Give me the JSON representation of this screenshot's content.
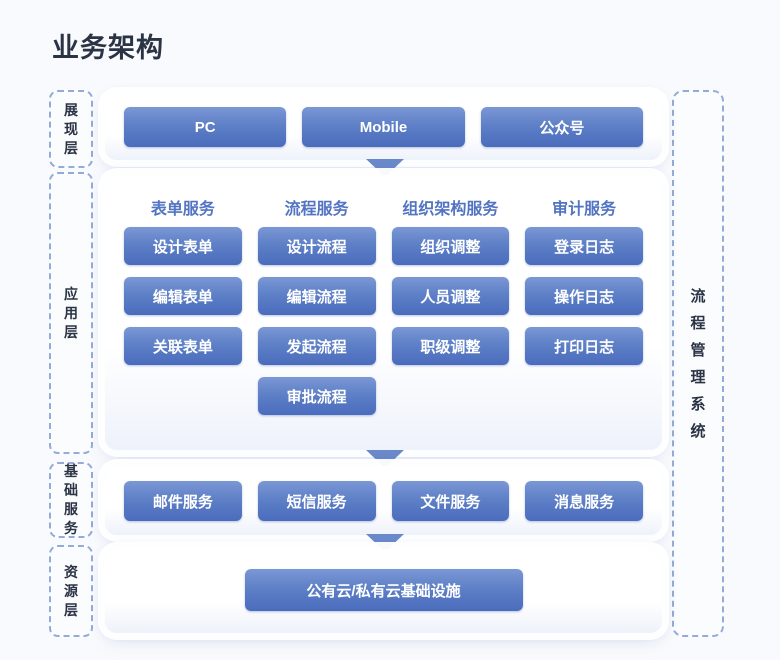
{
  "title": "业务架构",
  "left_layers": [
    {
      "name": "presentation",
      "label": "展现层"
    },
    {
      "name": "application",
      "label": "应用层"
    },
    {
      "name": "basic",
      "label": "基础服务"
    },
    {
      "name": "resource",
      "label": "资源层"
    }
  ],
  "right_system": {
    "label": "流程管理系统"
  },
  "presentation": {
    "buttons": [
      "PC",
      "Mobile",
      "公众号"
    ]
  },
  "application": {
    "columns": [
      {
        "header": "表单服务",
        "items": [
          "设计表单",
          "编辑表单",
          "关联表单"
        ]
      },
      {
        "header": "流程服务",
        "items": [
          "设计流程",
          "编辑流程",
          "发起流程",
          "审批流程"
        ]
      },
      {
        "header": "组织架构服务",
        "items": [
          "组织调整",
          "人员调整",
          "职级调整"
        ]
      },
      {
        "header": "审计服务",
        "items": [
          "登录日志",
          "操作日志",
          "打印日志"
        ]
      }
    ]
  },
  "basic_services": {
    "buttons": [
      "邮件服务",
      "短信服务",
      "文件服务",
      "消息服务"
    ]
  },
  "resource": {
    "buttons": [
      "公有云/私有云基础设施"
    ]
  },
  "arrows": [
    {
      "name": "arrow-presentation-to-application"
    },
    {
      "name": "arrow-application-to-basic"
    },
    {
      "name": "arrow-basic-to-resource"
    }
  ],
  "colors": {
    "page_background": "#f9fafd",
    "title_text": "#2b3445",
    "button_gradient_top": "#7b97d5",
    "button_gradient_bottom": "#4a6cbd",
    "button_text": "#ffffff",
    "column_header_text": "#5274c2",
    "dashed_border": "#93abd6",
    "panel_background": "#ffffff",
    "arrow_fill": "#5d7fc6"
  }
}
